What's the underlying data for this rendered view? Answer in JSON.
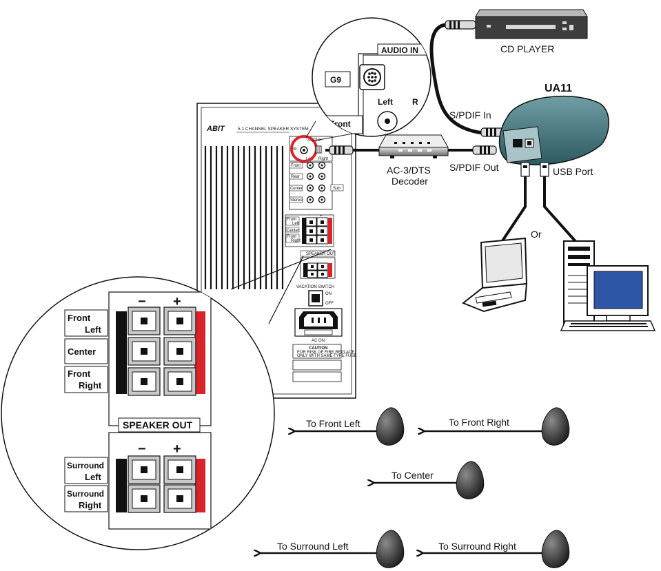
{
  "devices": {
    "cd_player": "CD PLAYER",
    "ua11": "UA11",
    "decoder_line1": "AC-3/DTS",
    "decoder_line2": "Decoder",
    "or": "Or"
  },
  "connections": {
    "spdif_in": "S/PDIF In",
    "spdif_out": "S/PDIF Out",
    "usb_port": "USB Port"
  },
  "top_zoom": {
    "audio_in": "AUDIO IN",
    "g9": "G9",
    "left": "Left",
    "r": "R",
    "front": "Front"
  },
  "back_panel": {
    "brand": "ABIT",
    "title": "5.1 CHANNEL SPEAKER SYSTEM",
    "speaker_out": "SPEAKER OUT",
    "vacation_switch": "VACATION SWITCH",
    "on": "ON",
    "off": "OFF",
    "ac_on": "AC ON",
    "caution": "CAUTION",
    "caution_text1": "FOR RISK OF FIRE REPLACE",
    "caution_text2": "ONLY WITH SAME TYPE FUSE",
    "jack_labels": [
      "Front",
      "Rear",
      "Center",
      "Stereo"
    ],
    "sub": "Sub",
    "audio": "AUDIO",
    "g9": "G9",
    "left": "Left",
    "right": "Right",
    "small_front_left_1": "Front",
    "small_front_left_2": "Left",
    "small_center": "Center",
    "small_front_right_1": "Front",
    "small_front_right_2": "Right",
    "minus": "−",
    "plus": "+"
  },
  "zoom_panel": {
    "front_left_1": "Front",
    "front_left_2": "Left",
    "center": "Center",
    "front_right_1": "Front",
    "front_right_2": "Right",
    "speaker_out": "SPEAKER OUT",
    "surround_left_1": "Surround",
    "surround_left_2": "Left",
    "surround_right_1": "Surround",
    "surround_right_2": "Right",
    "minus": "−",
    "plus": "+"
  },
  "speakers": {
    "front_left": "To Front Left",
    "front_right": "To Front Right",
    "center": "To Center",
    "surround_left": "To Surround Left",
    "surround_right": "To Surround Right"
  }
}
